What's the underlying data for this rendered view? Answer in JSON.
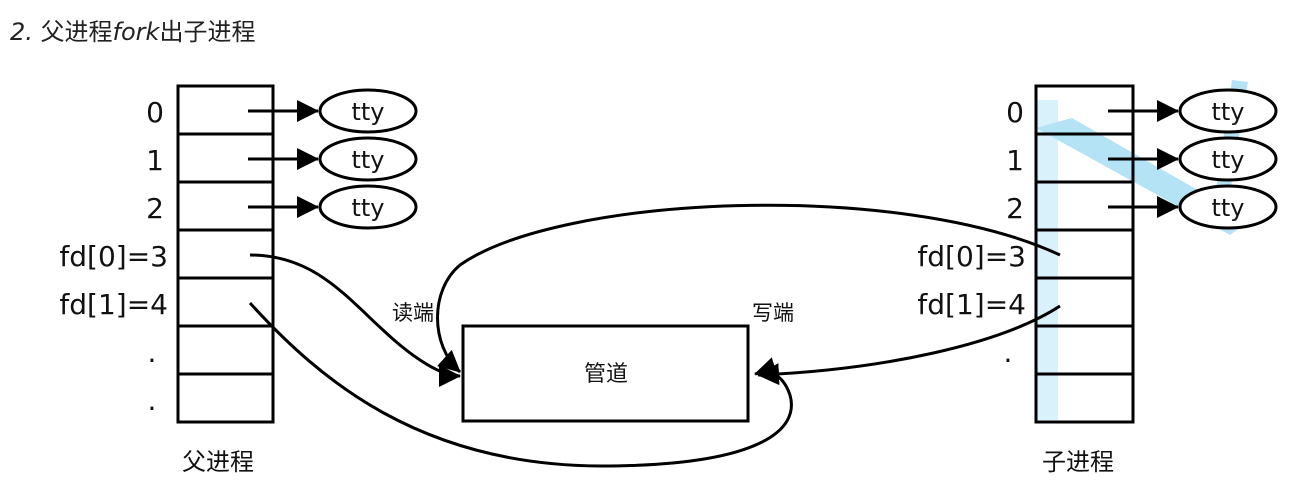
{
  "heading": {
    "number": "2.",
    "prefix": "父进程",
    "keyword": "fork",
    "suffix": "出子进程"
  },
  "parent": {
    "caption": "父进程",
    "fd_labels": [
      "0",
      "1",
      "2",
      "fd[0]=3",
      "fd[1]=4",
      ".",
      "."
    ],
    "ttys": [
      "tty",
      "tty",
      "tty"
    ]
  },
  "child": {
    "caption": "子进程",
    "fd_labels": [
      "0",
      "1",
      "2",
      "fd[0]=3",
      "fd[1]=4",
      "."
    ],
    "ttys": [
      "tty",
      "tty",
      "tty"
    ]
  },
  "pipe": {
    "label": "管道",
    "read_end": "读端",
    "write_end": "写端"
  },
  "colors": {
    "stroke": "#000000",
    "highlight": "#2ab0e6"
  }
}
